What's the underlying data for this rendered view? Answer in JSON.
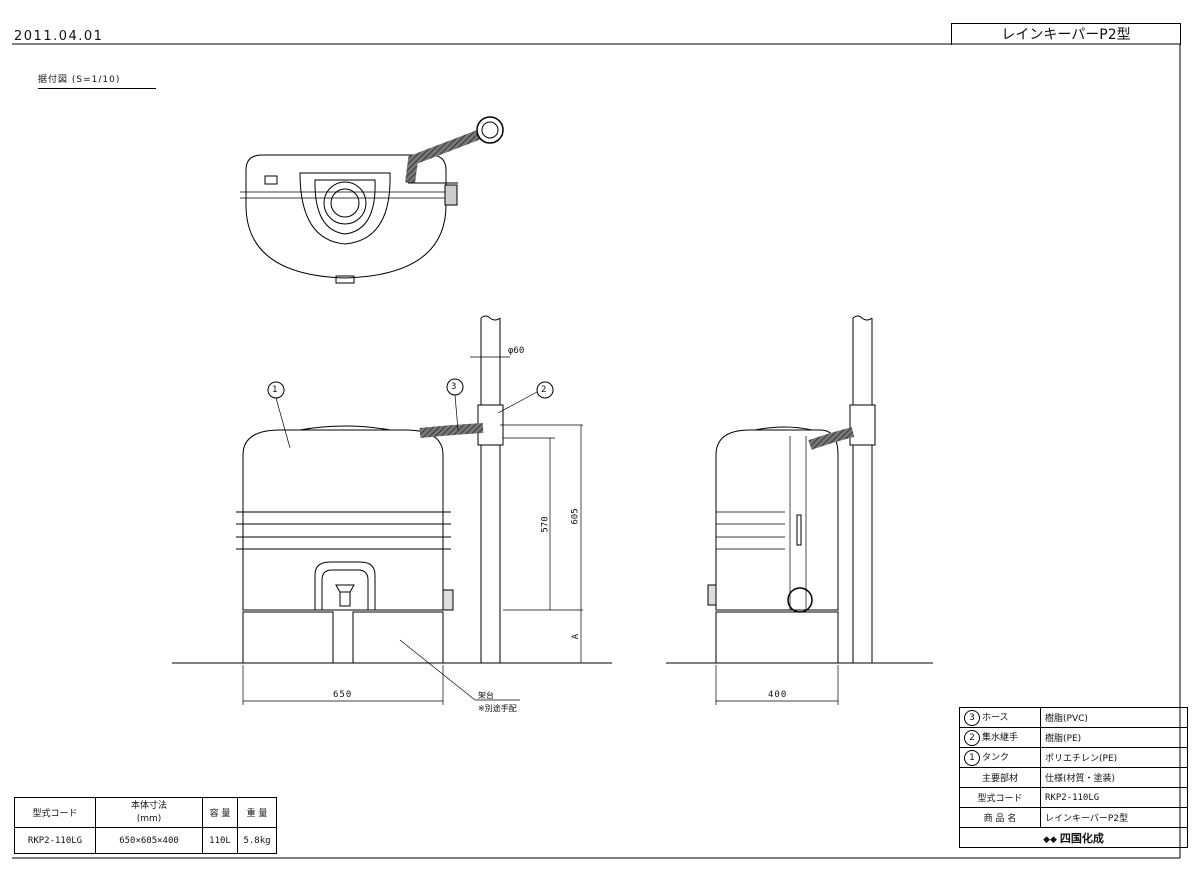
{
  "header": {
    "date": "2011.04.01",
    "title": "レインキーパーP2型"
  },
  "view_label": "据付図 (S=1/10)",
  "front_view": {
    "callouts": [
      "1",
      "3",
      "2"
    ],
    "pipe_diameter": "φ60",
    "dims": {
      "height_total": "605",
      "height_inlet": "570",
      "height_stand": "A",
      "width": "650"
    },
    "stand_note": [
      "架台",
      "※別途手配"
    ]
  },
  "side_view": {
    "dims": {
      "depth": "400"
    }
  },
  "spec_table": {
    "headers": [
      "型式コード",
      "本体寸法\n(mm)",
      "容 量",
      "重 量"
    ],
    "row": [
      "RKP2-110LG",
      "650×605×400",
      "110L",
      "5.8kg"
    ]
  },
  "parts_table": {
    "rows": [
      {
        "num": "3",
        "name": "ホース",
        "material": "樹脂(PVC)"
      },
      {
        "num": "2",
        "name": "集水継手",
        "material": "樹脂(PE)"
      },
      {
        "num": "1",
        "name": "タンク",
        "material": "ポリエチレン(PE)"
      }
    ],
    "main_parts_label": "主要部材",
    "main_parts_value": "仕様(材質・塗装)",
    "model_code_label": "型式コード",
    "model_code_value": "RKP2-110LG",
    "product_name_label": "商 品 名",
    "product_name_value": "レインキーパーP2型",
    "company": "四国化成"
  }
}
